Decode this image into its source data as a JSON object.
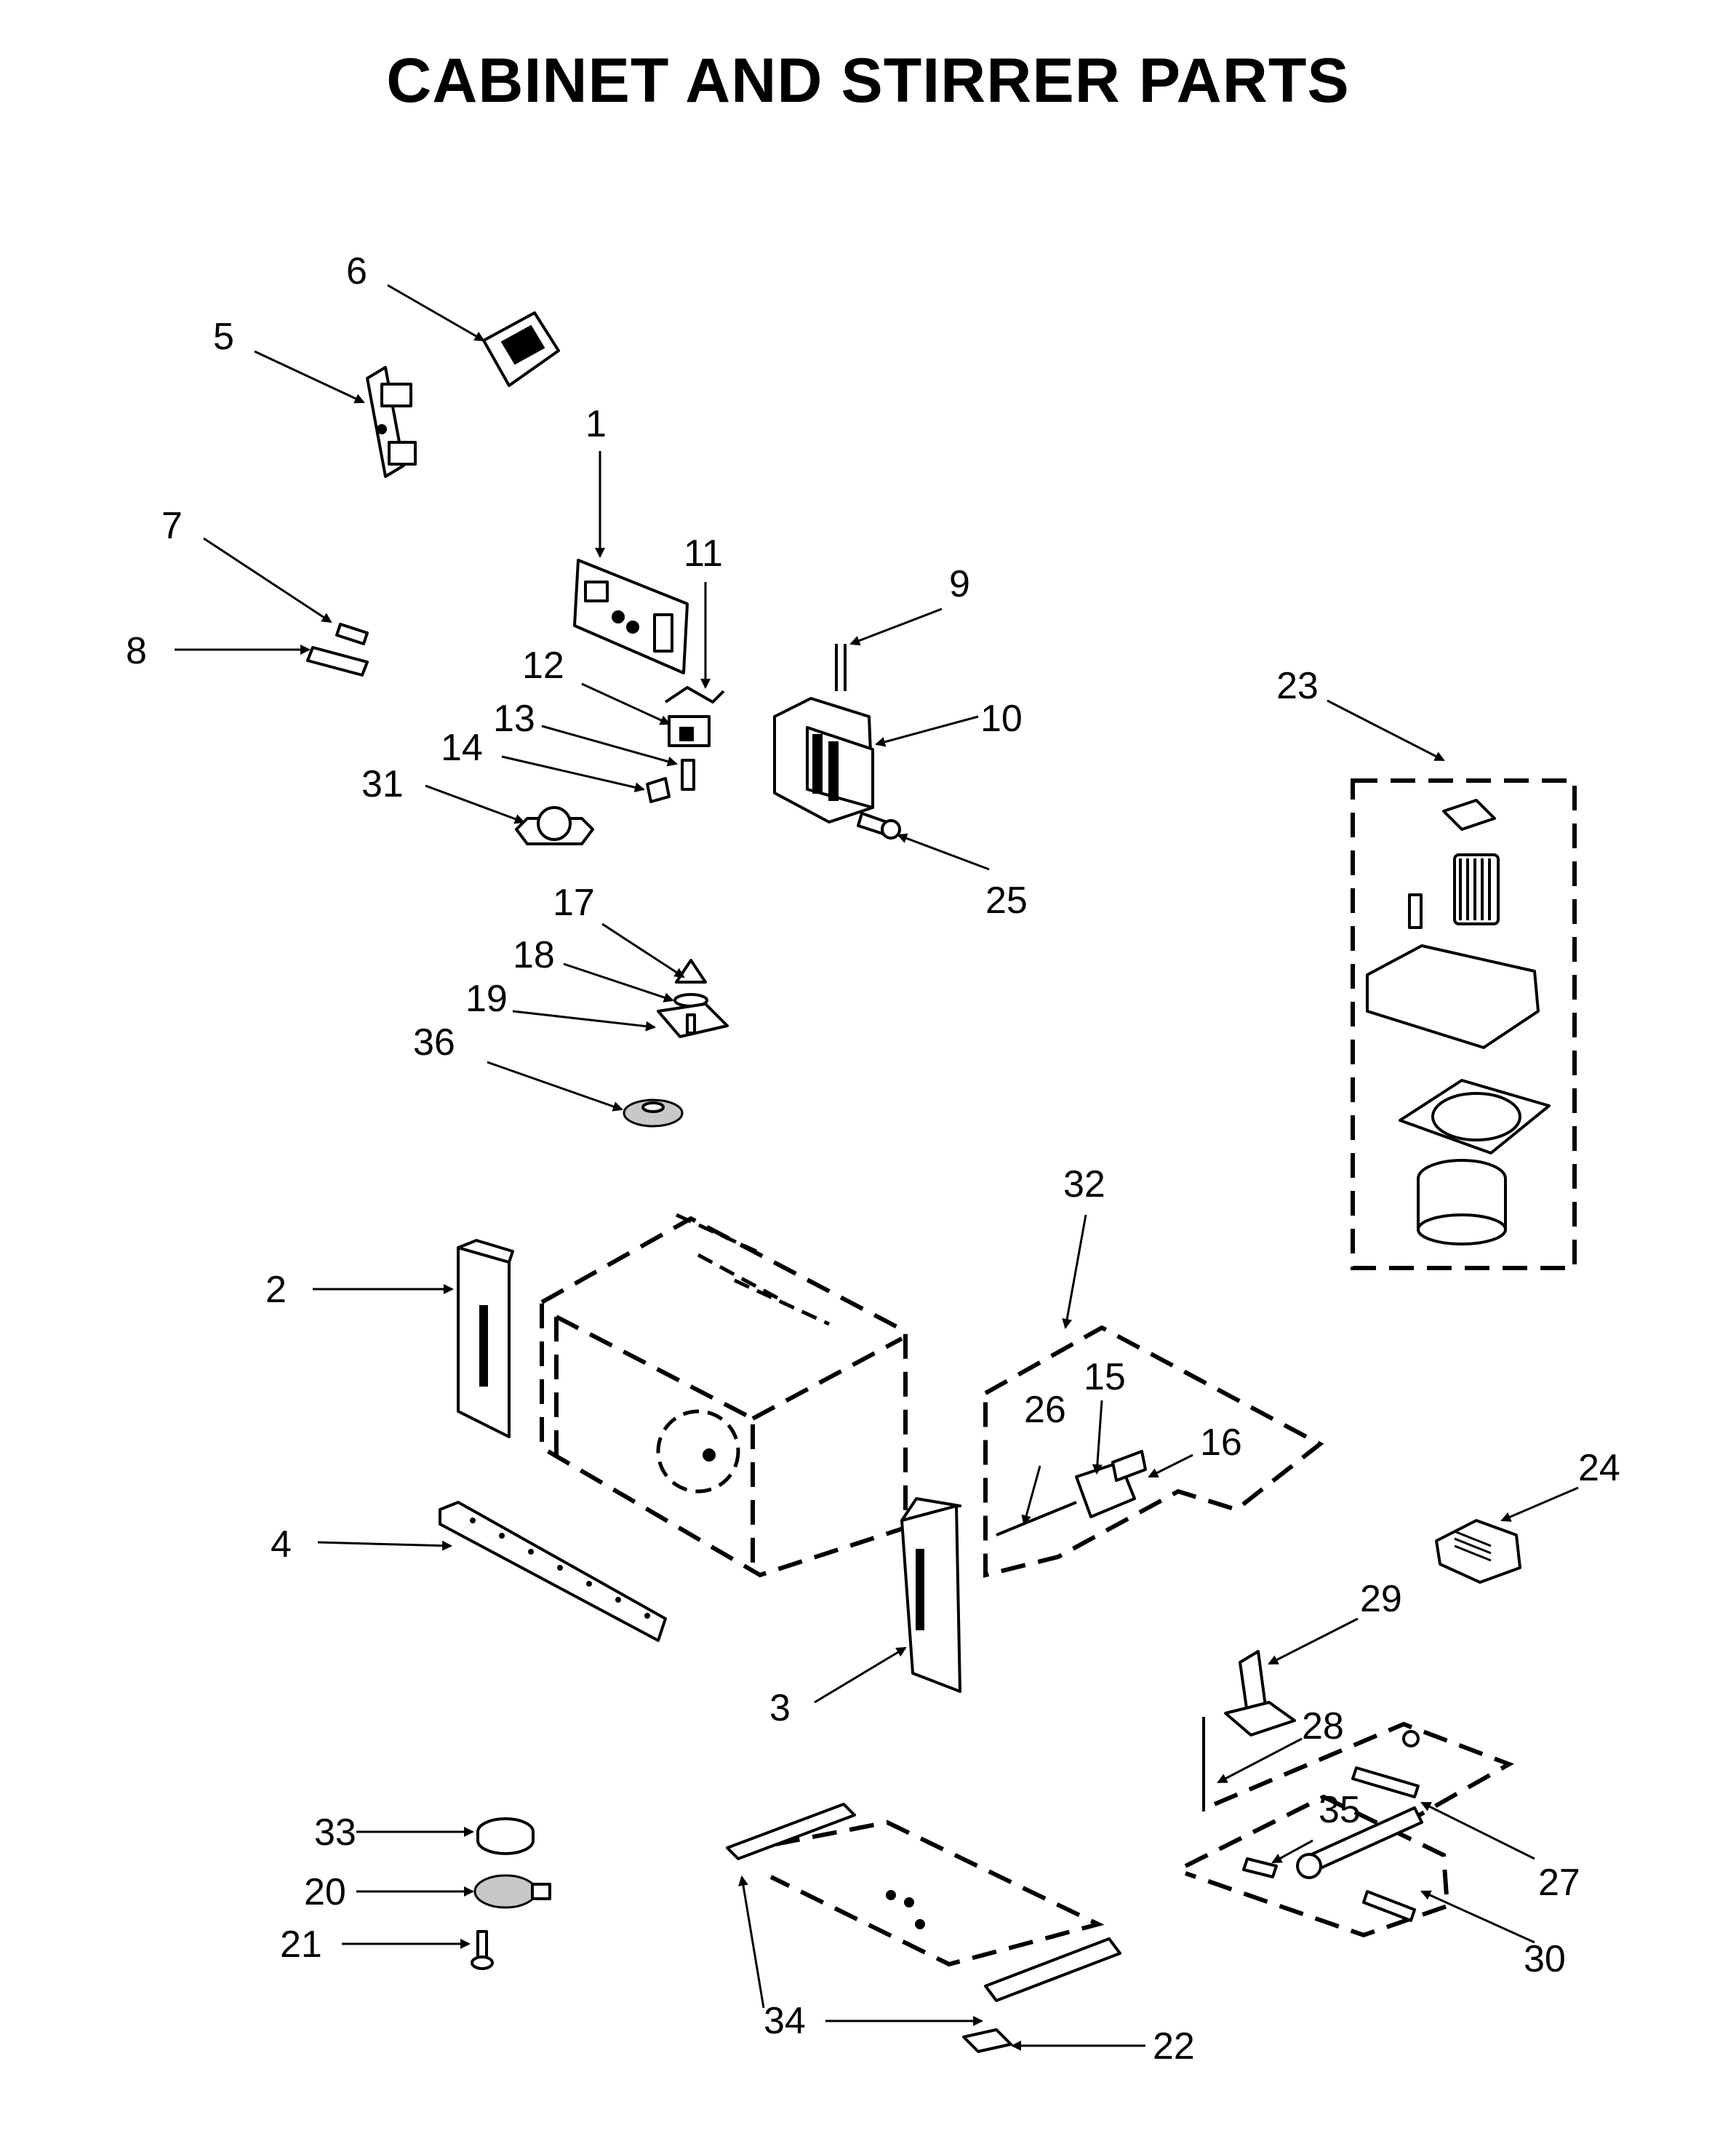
{
  "title": "CABINET AND STIRRER PARTS",
  "callouts": [
    {
      "id": "c1",
      "label": "1"
    },
    {
      "id": "c2",
      "label": "2"
    },
    {
      "id": "c3",
      "label": "3"
    },
    {
      "id": "c4",
      "label": "4"
    },
    {
      "id": "c5",
      "label": "5"
    },
    {
      "id": "c6",
      "label": "6"
    },
    {
      "id": "c7",
      "label": "7"
    },
    {
      "id": "c8",
      "label": "8"
    },
    {
      "id": "c9",
      "label": "9"
    },
    {
      "id": "c10",
      "label": "10"
    },
    {
      "id": "c11",
      "label": "11"
    },
    {
      "id": "c12",
      "label": "12"
    },
    {
      "id": "c13",
      "label": "13"
    },
    {
      "id": "c14",
      "label": "14"
    },
    {
      "id": "c15",
      "label": "15"
    },
    {
      "id": "c16",
      "label": "16"
    },
    {
      "id": "c17",
      "label": "17"
    },
    {
      "id": "c18",
      "label": "18"
    },
    {
      "id": "c19",
      "label": "19"
    },
    {
      "id": "c20",
      "label": "20"
    },
    {
      "id": "c21",
      "label": "21"
    },
    {
      "id": "c22",
      "label": "22"
    },
    {
      "id": "c23",
      "label": "23"
    },
    {
      "id": "c24",
      "label": "24"
    },
    {
      "id": "c25",
      "label": "25"
    },
    {
      "id": "c26",
      "label": "26"
    },
    {
      "id": "c27",
      "label": "27"
    },
    {
      "id": "c28",
      "label": "28"
    },
    {
      "id": "c29",
      "label": "29"
    },
    {
      "id": "c30",
      "label": "30"
    },
    {
      "id": "c31",
      "label": "31"
    },
    {
      "id": "c32",
      "label": "32"
    },
    {
      "id": "c33",
      "label": "33"
    },
    {
      "id": "c34",
      "label": "34"
    },
    {
      "id": "c35",
      "label": "35"
    },
    {
      "id": "c36",
      "label": "36"
    }
  ]
}
